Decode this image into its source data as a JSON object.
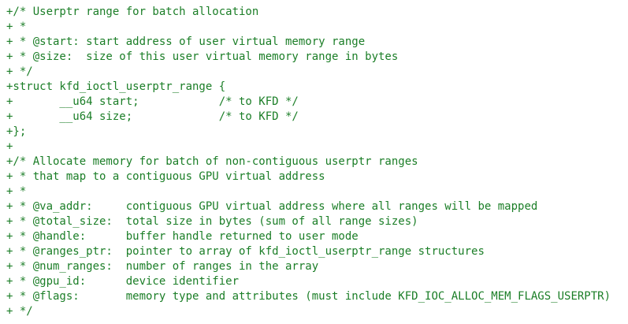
{
  "colors": {
    "added_line_text": "#1b7e27",
    "background": "#ffffff"
  },
  "diff_view": {
    "language": "c",
    "content_kind": "patch-added-lines",
    "lines": [
      "+/* Userptr range for batch allocation",
      "+ *",
      "+ * @start: start address of user virtual memory range",
      "+ * @size:  size of this user virtual memory range in bytes",
      "+ */",
      "+struct kfd_ioctl_userptr_range {",
      "+       __u64 start;            /* to KFD */",
      "+       __u64 size;             /* to KFD */",
      "+};",
      "+",
      "+/* Allocate memory for batch of non-contiguous userptr ranges",
      "+ * that map to a contiguous GPU virtual address",
      "+ *",
      "+ * @va_addr:     contiguous GPU virtual address where all ranges will be mapped",
      "+ * @total_size:  total size in bytes (sum of all range sizes)",
      "+ * @handle:      buffer handle returned to user mode",
      "+ * @ranges_ptr:  pointer to array of kfd_ioctl_userptr_range structures",
      "+ * @num_ranges:  number of ranges in the array",
      "+ * @gpu_id:      device identifier",
      "+ * @flags:       memory type and attributes (must include KFD_IOC_ALLOC_MEM_FLAGS_USERPTR)",
      "+ */"
    ]
  }
}
